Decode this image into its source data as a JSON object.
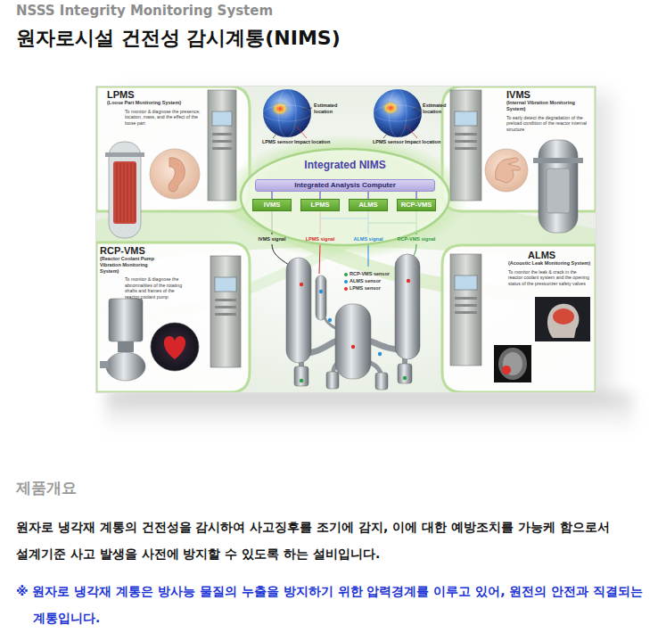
{
  "diagram": {
    "title": "원자로시설 건전성 감시계통(NIMS)",
    "nodes": [
      {
        "text": [
          "LPMS",
          "(Loose Part Monitoring System)",
          "To monitor & diagnose the presence, location, mass, and the effect of the loose part"
        ]
      },
      {
        "text": [
          "IVMS",
          "(Internal Vibration Monitoring System)",
          "To early detect the degradation of the preload condition of the reactor internal structure"
        ]
      },
      {
        "text": [
          "Integrated NIMS"
        ]
      },
      {
        "text": [
          "Integrated Analysis Computer"
        ],
        "in": 2
      },
      {
        "text": [
          "IVMS"
        ],
        "in": 2
      },
      {
        "text": [
          "LPMS"
        ],
        "in": 2
      },
      {
        "text": [
          "ALMS"
        ],
        "in": 2
      },
      {
        "text": [
          "RCP-VMS"
        ],
        "in": 2
      },
      {
        "text": [
          "RCP-VMS",
          "(Reactor Coolant Pump Vibration Monitoring System)",
          "To monitor & diagnose the abnormalities of the rotating shafts and frames of the reactor coolant pump"
        ]
      },
      {
        "text": [
          "ALMS",
          "(Acoustic Leak Monitoring System)",
          "To monitor the leak & crack in the reactor coolant system and the opening status of the pressurizer safety valves"
        ]
      }
    ],
    "edges": [
      {
        "from": 3,
        "to": 4,
        "arrow": "none"
      },
      {
        "from": 3,
        "to": 5,
        "arrow": "none"
      },
      {
        "from": 3,
        "to": 6,
        "arrow": "none"
      },
      {
        "from": 3,
        "to": 7,
        "arrow": "none"
      }
    ],
    "labels": [
      "NSSS Integrity Monitoring System",
      "Estimated location",
      "LPMS sensor",
      "Impact location",
      "Estimated location",
      "LPMS sensor",
      "Impact location",
      "IVMS signal",
      "LPMS signal",
      "ALMS signal",
      "RCP-VMS signal",
      "제품개요",
      "원자로 냉각재 계통의 건전성을 감시하여 사고징후를 조기에 감지, 이에 대한 예방조치를 가능케 함으로서 설계기준 사고 발생을 사전에 방지할 수 있도록 하는 설비입니다.",
      "※ 원자로 냉각재 계통은 방사능 물질의 누출을 방지하기 위한 압력경계를 이루고 있어, 원전의 안전과 직결되는 계통입니다."
    ],
    "legend": [
      {
        "text": "RCP-VMS sensor",
        "color": "#2e9e4a"
      },
      {
        "text": "ALMS sensor",
        "color": "#2a8fd8"
      },
      {
        "text": "LPMS sensor",
        "color": "#e0302a"
      }
    ]
  }
}
